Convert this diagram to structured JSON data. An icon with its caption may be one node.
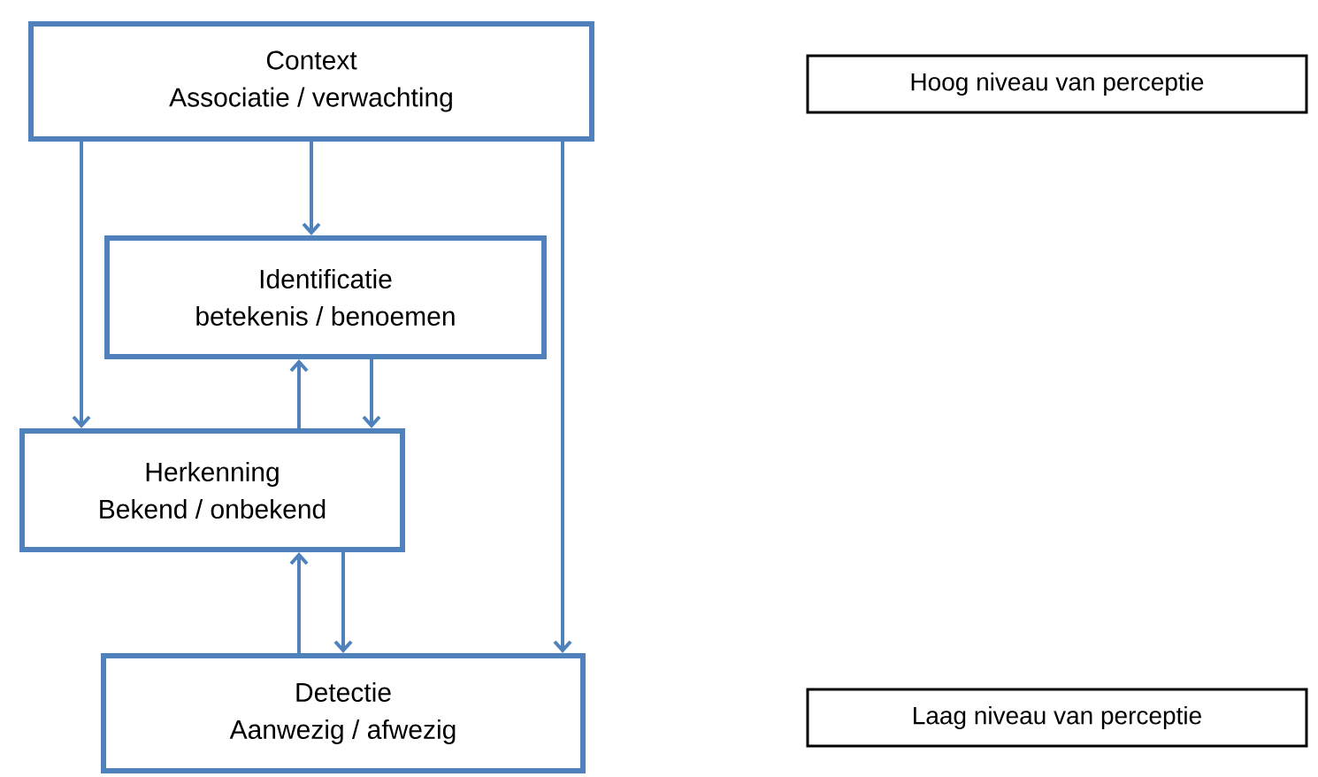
{
  "diagram": {
    "nodes": [
      {
        "text": [
          "Context",
          "Associatie / verwachting"
        ]
      },
      {
        "text": [
          "Identificatie",
          "betekenis / benoemen"
        ]
      },
      {
        "text": [
          "Herkenning",
          "Bekend / onbekend"
        ]
      },
      {
        "text": [
          "Detectie",
          "Aanwezig / afwezig"
        ]
      },
      {
        "text": [
          "Hoog niveau van perceptie"
        ]
      },
      {
        "text": [
          "Laag niveau van perceptie"
        ]
      }
    ],
    "edges": [
      {
        "from": 0,
        "to": 2,
        "arrow": "to"
      },
      {
        "from": 0,
        "to": 1,
        "arrow": "to"
      },
      {
        "from": 0,
        "to": 3,
        "arrow": "to"
      },
      {
        "from": 2,
        "to": 1,
        "arrow": "to"
      },
      {
        "from": 1,
        "to": 2,
        "arrow": "to"
      },
      {
        "from": 3,
        "to": 2,
        "arrow": "to"
      },
      {
        "from": 2,
        "to": 3,
        "arrow": "to"
      }
    ]
  }
}
